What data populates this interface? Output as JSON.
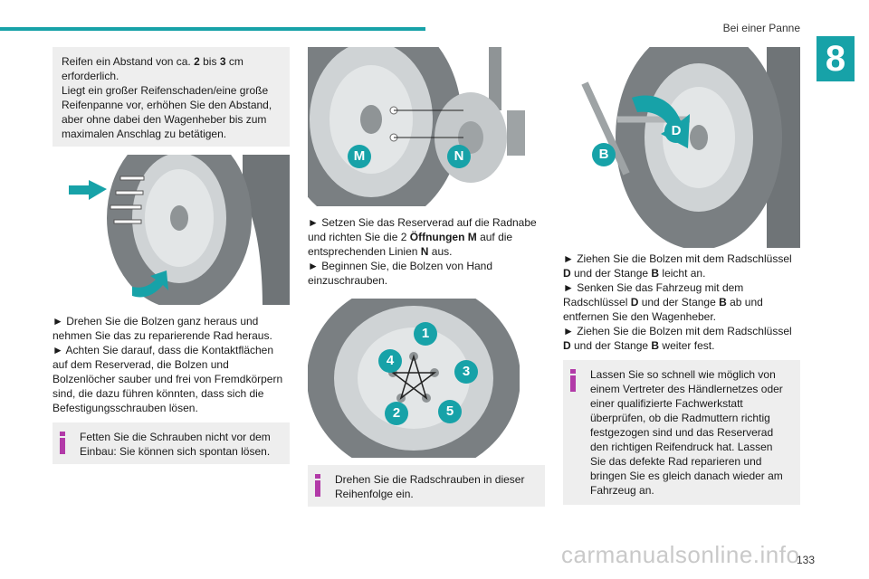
{
  "header": {
    "section": "Bei einer Panne",
    "chapter": "8"
  },
  "col1": {
    "box_text_a": "Reifen ein Abstand von ca. ",
    "box_num_a": "2",
    "box_text_b": " bis ",
    "box_num_b": "3",
    "box_text_c": " cm erforderlich.",
    "box_text_d": "Liegt ein großer Reifenschaden/eine große Reifenpanne vor, erhöhen Sie den Abstand, aber ohne dabei den Wagenheber bis zum maximalen Anschlag zu betätigen.",
    "step1": "► Drehen Sie die Bolzen ganz heraus und nehmen Sie das zu reparierende Rad heraus.",
    "step2": "► Achten Sie darauf, dass die Kontaktflächen auf dem Reserverad, die Bolzen und Bolzenlöcher sauber und frei von Fremdkörpern sind, die dazu führen könnten, dass sich die Befestigungsschrauben lösen.",
    "info": "Fetten Sie die Schrauben nicht vor dem Einbau: Sie können sich spontan lösen."
  },
  "col2": {
    "label_m": "M",
    "label_n": "N",
    "step1_a": "► Setzen Sie das Reserverad auf die Radnabe und richten Sie die 2 ",
    "step1_b": "Öffnungen M",
    "step1_c": " auf die entsprechenden Linien ",
    "step1_d": "N",
    "step1_e": " aus.",
    "step2": "► Beginnen Sie, die Bolzen von Hand einzuschrauben.",
    "bolt_numbers": [
      "1",
      "2",
      "3",
      "4",
      "5"
    ],
    "info": "Drehen Sie die Radschrauben in dieser Reihenfolge ein."
  },
  "col3": {
    "label_b": "B",
    "label_d": "D",
    "s1_a": "► Ziehen Sie die Bolzen mit dem Radschlüssel ",
    "s1_b": "D",
    "s1_c": " und der Stange ",
    "s1_d": "B",
    "s1_e": " leicht an.",
    "s2_a": "► Senken Sie das Fahrzeug mit dem Radschlüssel ",
    "s2_b": "D",
    "s2_c": " und der Stange ",
    "s2_d": "B",
    "s2_e": " ab und entfernen Sie den Wagenheber.",
    "s3_a": "► Ziehen Sie die Bolzen mit dem Radschlüssel ",
    "s3_b": "D",
    "s3_c": " und der Stange ",
    "s3_d": "B",
    "s3_e": " weiter fest.",
    "info": "Lassen Sie so schnell wie möglich von einem Vertreter des Händlernetzes oder einer qualifizierte Fachwerkstatt überprüfen, ob die Radmuttern richtig festgezogen sind und das Reserverad den richtigen Reifendruck hat. Lassen Sie das defekte Rad reparieren und bringen Sie es gleich danach wieder am Fahrzeug an."
  },
  "footer": {
    "page": "133",
    "watermark": "carmanualsonline.info"
  },
  "colors": {
    "accent": "#17a2a8",
    "info_icon": "#b23aa8",
    "box_bg": "#eeeeee"
  }
}
